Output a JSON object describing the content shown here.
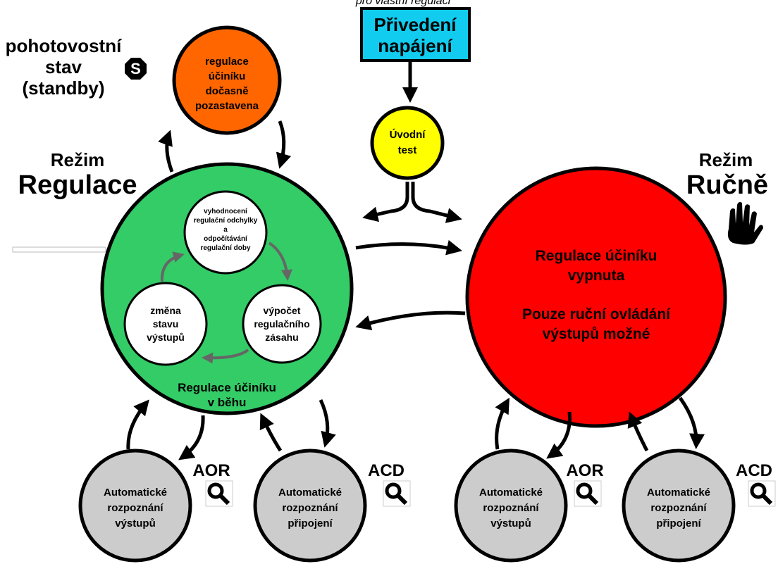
{
  "top_caption": "pro vlastní regulaci",
  "power_box": [
    "Přivedení",
    "napájení"
  ],
  "init_test": [
    "Úvodní",
    "test"
  ],
  "standby": {
    "label": [
      "pohotovostní",
      "stav",
      "(standby)"
    ],
    "icon_letter": "S",
    "circle": [
      "regulace",
      "účiníku",
      "dočasně",
      "pozastavena"
    ]
  },
  "regulace_mode": {
    "small": "Režim",
    "big": "Regulace",
    "status": [
      "Regulace účiníku",
      "v běhu"
    ],
    "cycle": {
      "evaluate": [
        "vyhodnocení",
        "regulační odchylky",
        "a",
        "odpočítávání",
        "regulační doby"
      ],
      "compute": [
        "výpočet",
        "regulačního",
        "zásahu"
      ],
      "change": [
        "změna",
        "stavu",
        "výstupů"
      ]
    }
  },
  "rucne_mode": {
    "small": "Režim",
    "big": "Ručně",
    "text1": [
      "Regulace účiníku",
      "vypnuta"
    ],
    "text2": [
      "Pouze ruční ovládání",
      "výstupů možné"
    ]
  },
  "aor_label": "AOR",
  "acd_label": "ACD",
  "aor_circle": [
    "Automatické",
    "rozpoznání",
    "výstupů"
  ],
  "acd_circle": [
    "Automatické",
    "rozpoznání",
    "připojení"
  ],
  "colors": {
    "green": "#33cc66",
    "red": "#ff0000",
    "orange": "#ff6600",
    "yellow": "#ffff00",
    "cyan": "#11ccee",
    "gray": "#cccccc"
  }
}
